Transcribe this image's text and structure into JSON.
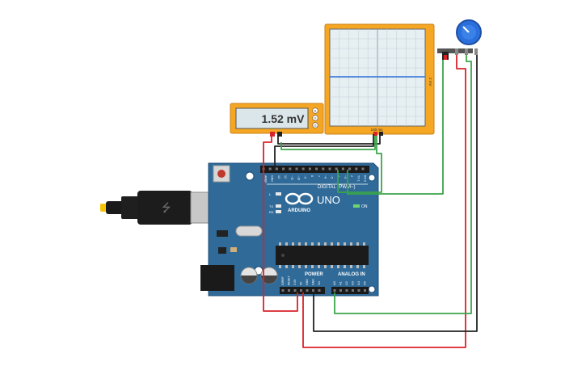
{
  "multimeter": {
    "reading": "1.52 mV",
    "modes": [
      "A",
      "V",
      "Ω"
    ]
  },
  "oscilloscope": {
    "time_label": "100 ms",
    "side_label": "2 mV"
  },
  "arduino": {
    "brand": "ARDUINO",
    "model": "UNO",
    "digital_label": "DIGITAL (PWM~)",
    "power_label": "POWER",
    "analog_label": "ANALOG IN",
    "on_label": "ON",
    "led_labels": [
      "L",
      "TX",
      "RX"
    ],
    "top_pins": [
      "AREF",
      "GND",
      "13",
      "12",
      "~11",
      "~10",
      "~9",
      "8",
      "7",
      "~6",
      "~5",
      "4",
      "~3",
      "2",
      "TX 1",
      "RX 0"
    ],
    "power_pins": [
      "IOREF",
      "RESET",
      "3.3V",
      "5V",
      "GND",
      "GND",
      "Vin"
    ],
    "analog_pins": [
      "A0",
      "A1",
      "A2",
      "A3",
      "A4",
      "A5"
    ]
  },
  "colors": {
    "wire_red": "#d9232a",
    "wire_black": "#222222",
    "wire_green": "#3aa54a",
    "board_blue": "#2f6a98",
    "instrument_orange": "#f5a623",
    "knob_blue": "#2a6fdb"
  }
}
